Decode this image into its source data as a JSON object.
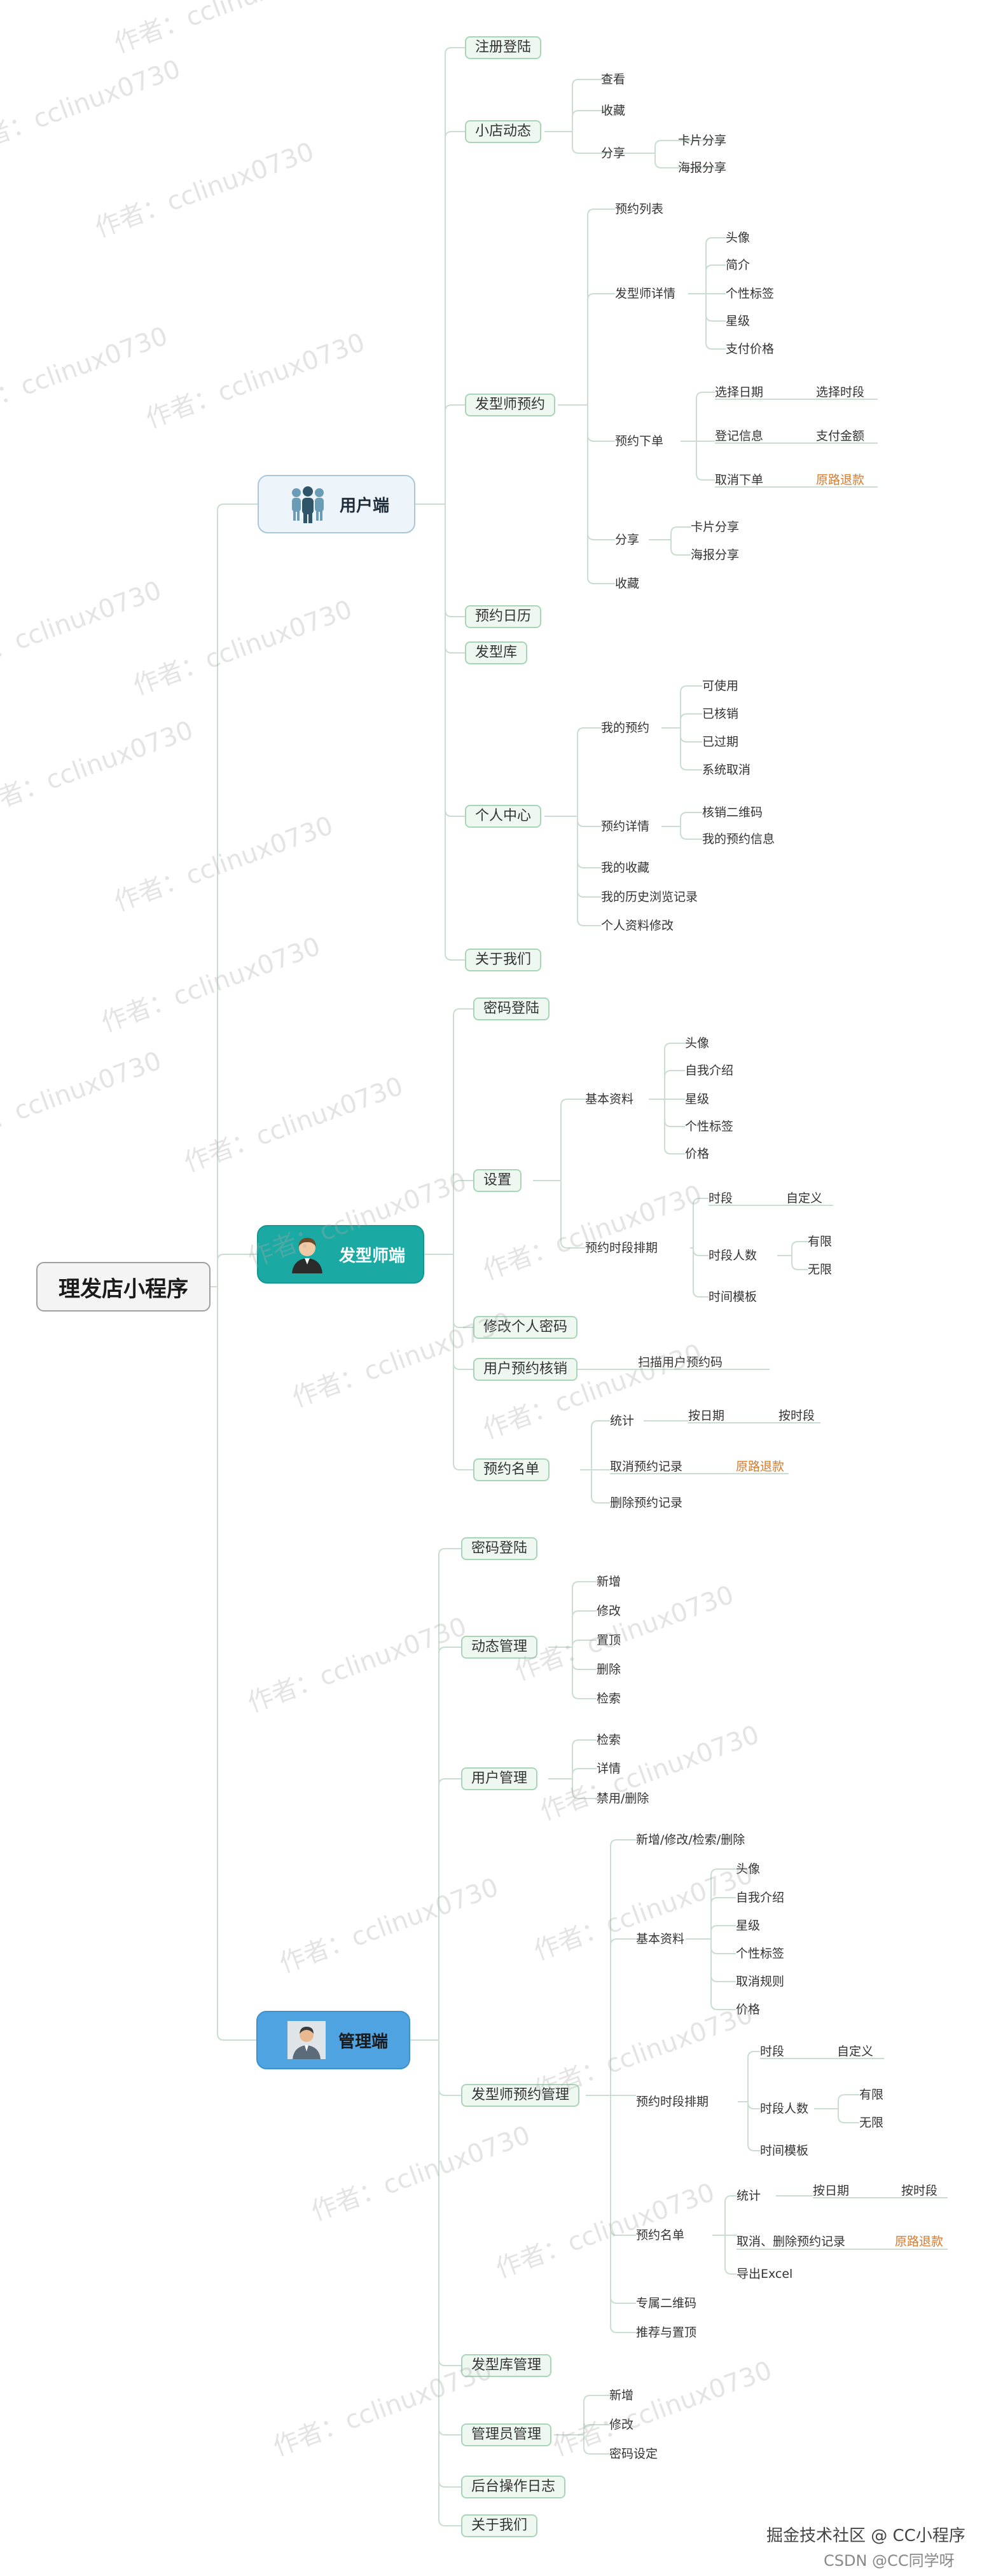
{
  "root": "理发店小程序",
  "branches": {
    "user": "用户端",
    "stylist": "发型师端",
    "admin": "管理端"
  },
  "user": {
    "register": "注册登陆",
    "shop": {
      "label": "小店动态",
      "view": "查看",
      "fav": "收藏",
      "share": "分享",
      "card": "卡片分享",
      "poster": "海报分享"
    },
    "booking": {
      "label": "发型师预约",
      "list": "预约列表",
      "detail": "发型师详情",
      "avatar": "头像",
      "intro": "简介",
      "tags": "个性标签",
      "star": "星级",
      "price": "支付价格",
      "order": "预约下单",
      "date": "选择日期",
      "slot": "选择时段",
      "reg": "登记信息",
      "pay": "支付金额",
      "cancel": "取消下单",
      "refund": "原路退款",
      "share": "分享",
      "card": "卡片分享",
      "poster": "海报分享",
      "fav": "收藏"
    },
    "calendar": "预约日历",
    "styles": "发型库",
    "center": {
      "label": "个人中心",
      "mybook": "我的预约",
      "usable": "可使用",
      "done": "已核销",
      "expired": "已过期",
      "syscancel": "系统取消",
      "detail": "预约详情",
      "qr": "核销二维码",
      "info": "我的预约信息",
      "myfav": "我的收藏",
      "history": "我的历史浏览记录",
      "profile": "个人资料修改"
    },
    "about": "关于我们"
  },
  "stylist": {
    "login": "密码登陆",
    "settings": {
      "label": "设置",
      "basic": "基本资料",
      "avatar": "头像",
      "intro": "自我介绍",
      "star": "星级",
      "tags": "个性标签",
      "price": "价格",
      "schedule": "预约时段排期",
      "slot": "时段",
      "custom": "自定义",
      "count": "时段人数",
      "limited": "有限",
      "unlimited": "无限",
      "template": "时间模板"
    },
    "pwd": "修改个人密码",
    "verify": "用户预约核销",
    "scan": "扫描用户预约码",
    "roster": {
      "label": "预约名单",
      "stat": "统计",
      "bydate": "按日期",
      "byslot": "按时段",
      "cancelrec": "取消预约记录",
      "refund": "原路退款",
      "delrec": "删除预约记录"
    }
  },
  "admin": {
    "login": "密码登陆",
    "news": {
      "label": "动态管理",
      "add": "新增",
      "edit": "修改",
      "top": "置顶",
      "del": "删除",
      "search": "检索"
    },
    "users": {
      "label": "用户管理",
      "search": "检索",
      "detail": "详情",
      "ban": "禁用/删除"
    },
    "stylists": {
      "label": "发型师预约管理",
      "crud": "新增/修改/检索/删除",
      "basic": "基本资料",
      "avatar": "头像",
      "intro": "自我介绍",
      "star": "星级",
      "tags": "个性标签",
      "rules": "取消规则",
      "price": "价格",
      "schedule": "预约时段排期",
      "slot": "时段",
      "custom": "自定义",
      "count": "时段人数",
      "limited": "有限",
      "unlimited": "无限",
      "template": "时间模板",
      "roster": "预约名单",
      "stat": "统计",
      "bydate": "按日期",
      "byslot": "按时段",
      "cancelrec": "取消、删除预约记录",
      "refund": "原路退款",
      "excel": "导出Excel",
      "qr": "专属二维码",
      "recommend": "推荐与置顶"
    },
    "styles": "发型库管理",
    "managers": {
      "label": "管理员管理",
      "add": "新增",
      "edit": "修改",
      "pwd": "密码设定"
    },
    "logs": "后台操作日志",
    "about": "关于我们"
  },
  "watermark": "作者：cclinux0730",
  "footer": {
    "line1": "掘金技术社区 @ CC小程序",
    "line2": "CSDN @CC同学呀"
  },
  "colors": {
    "line": "#c9ddd0",
    "subBorder": "#a8d5b8",
    "orange": "#d97a2c",
    "teal": "#1aa9a3",
    "blue": "#4fa3e0"
  }
}
